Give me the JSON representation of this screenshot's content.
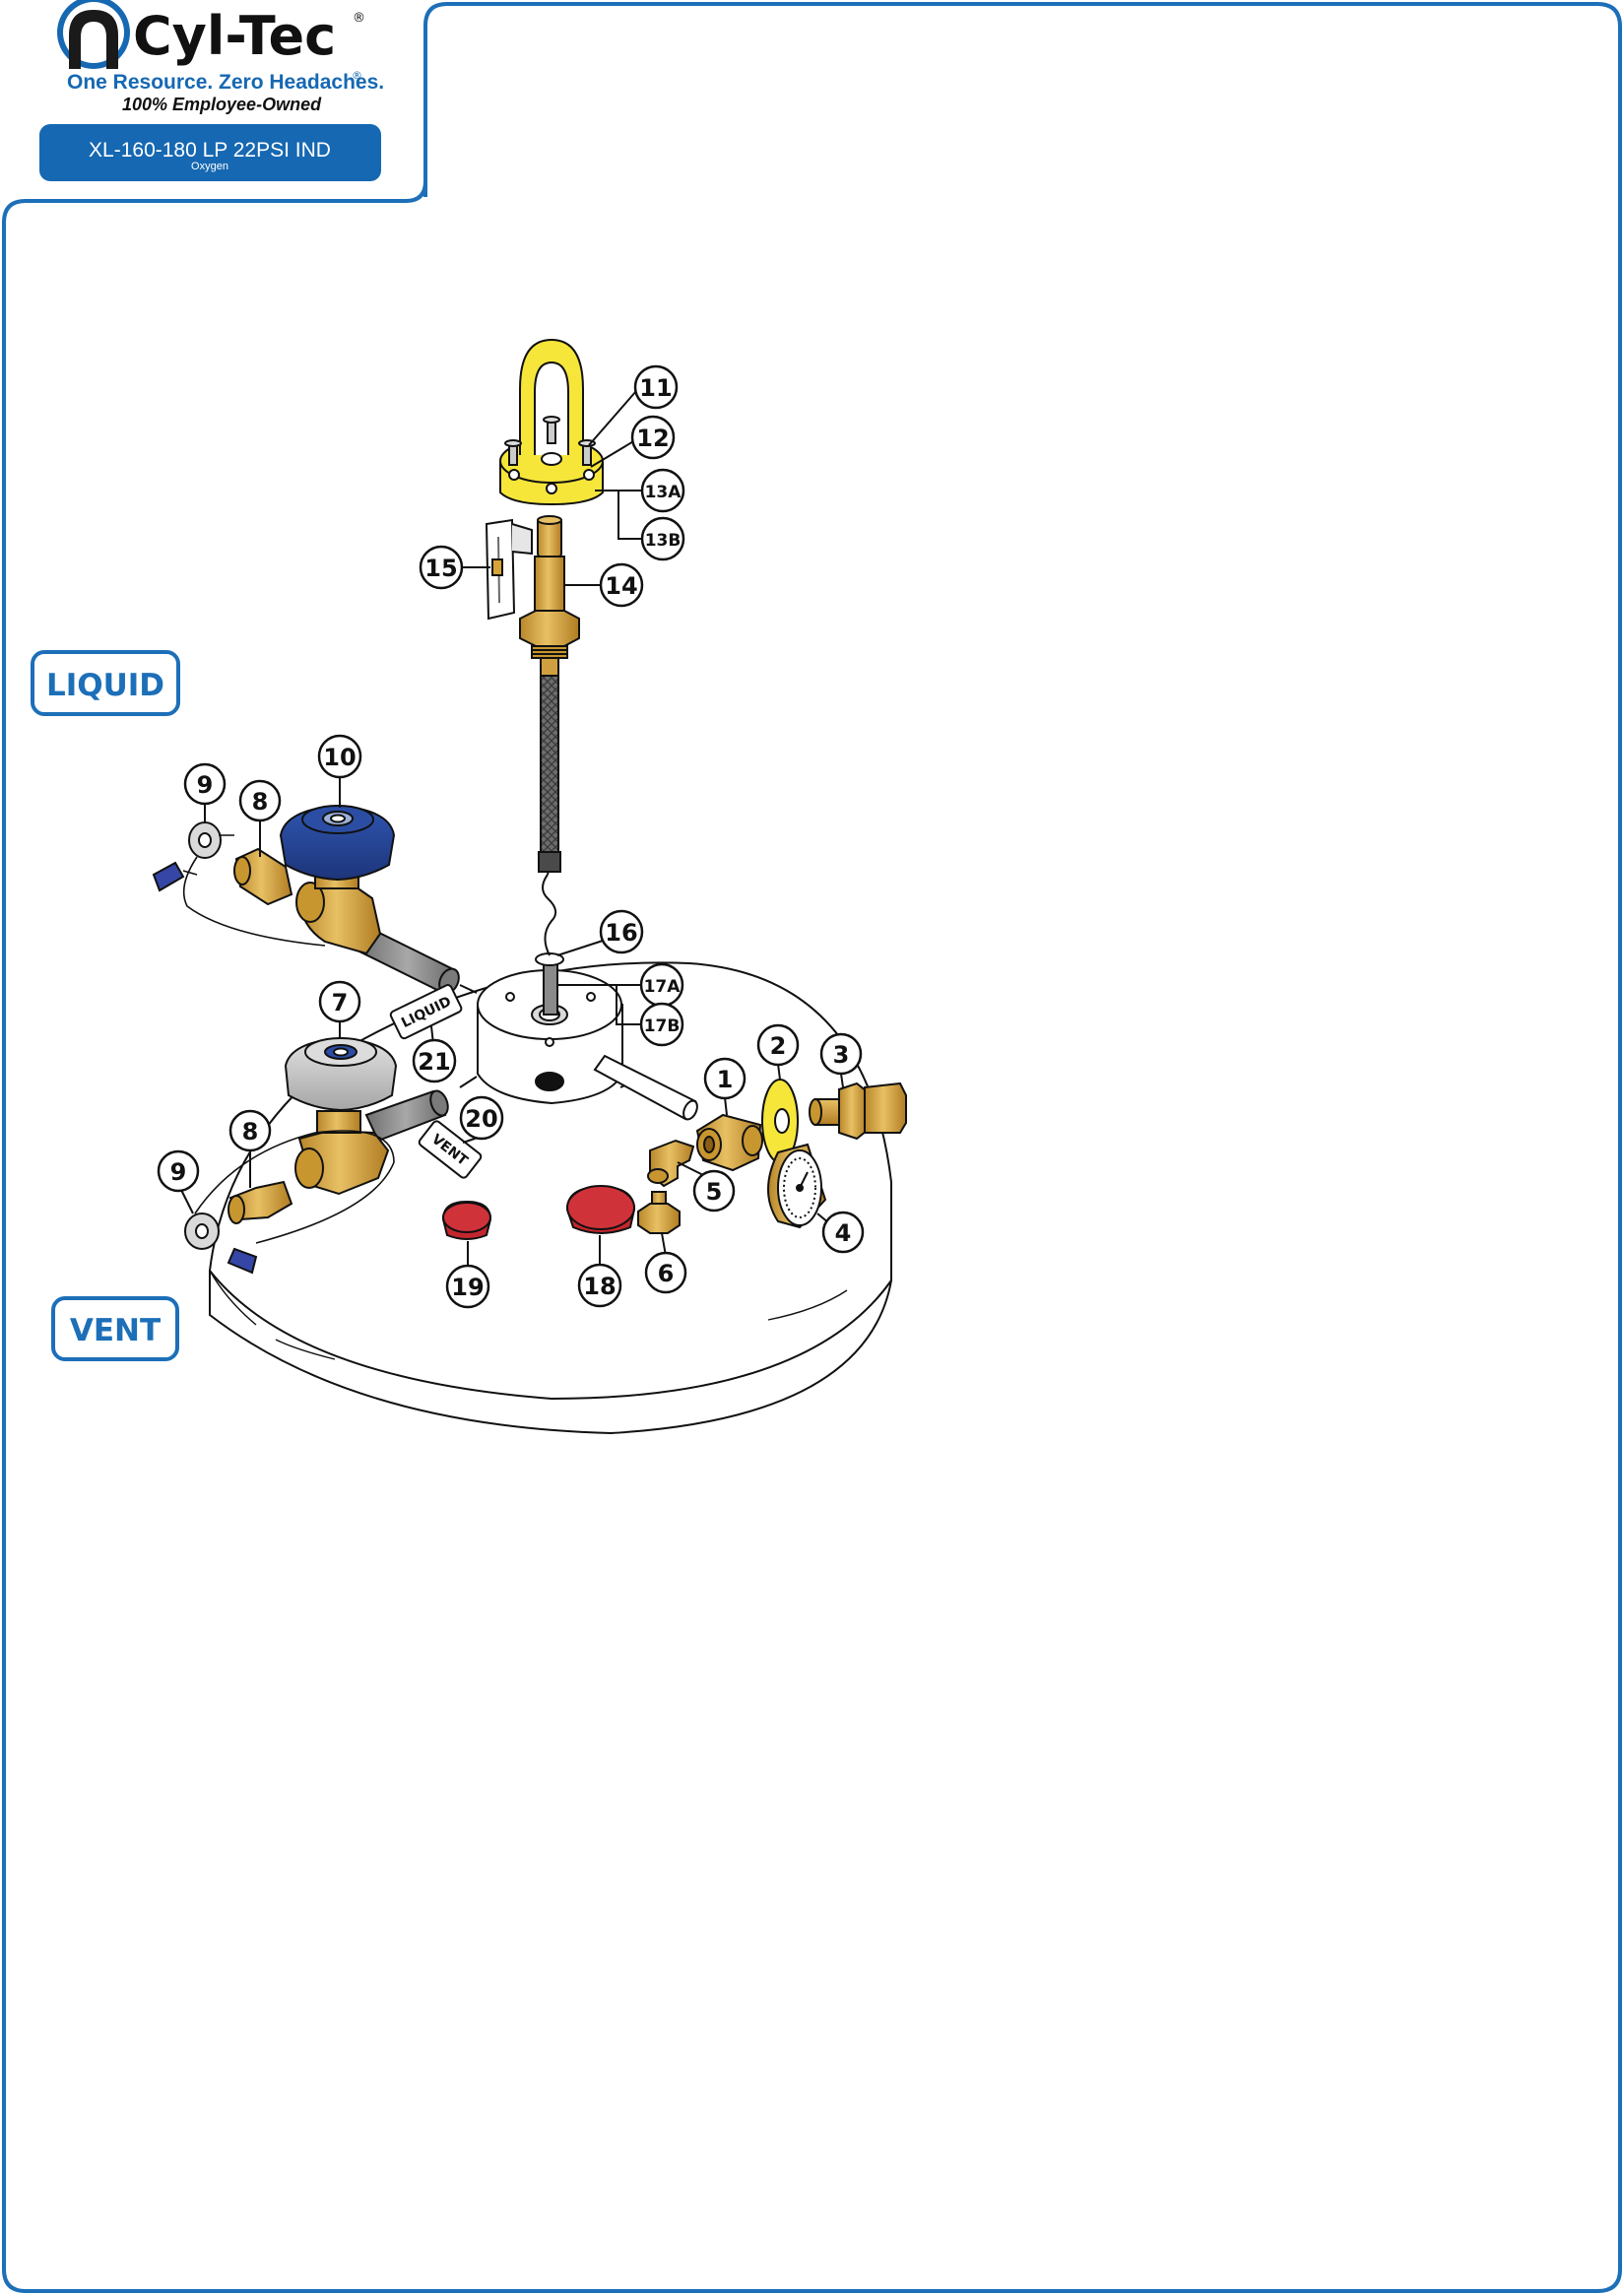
{
  "brand": {
    "name": "Cyl-Tec",
    "registered_mark": "®",
    "tagline": "One Resource. Zero Headaches.",
    "tagline_mark": "®",
    "subtagline": "100% Employee-Owned"
  },
  "model": {
    "title": "XL-160-180 LP 22PSI IND",
    "subtitle": "Oxygen"
  },
  "sections": {
    "liquid": "LIQUID",
    "vent": "VENT"
  },
  "tags": {
    "liquid": "LIQUID",
    "vent": "VENT"
  },
  "callouts": {
    "c1": "1",
    "c2": "2",
    "c3": "3",
    "c4": "4",
    "c5": "5",
    "c6": "6",
    "c7": "7",
    "c8a": "8",
    "c8b": "8",
    "c9a": "9",
    "c9b": "9",
    "c10": "10",
    "c11": "11",
    "c12": "12",
    "c13a": "13A",
    "c13b": "13B",
    "c14": "14",
    "c15": "15",
    "c16": "16",
    "c17a": "17A",
    "c17b": "17B",
    "c18": "18",
    "c19": "19",
    "c20": "20",
    "c21": "21"
  },
  "colors": {
    "brand_blue": "#1668b2",
    "frame_blue": "#1c6fb8",
    "brass": "#d8a43a",
    "knob_blue": "#24418e",
    "knob_gray": "#c8c8c8",
    "handle_yellow": "#f6e63a",
    "cap_red": "#c4262e",
    "pipe_gray": "#8a8a8a",
    "ink": "#111111"
  }
}
